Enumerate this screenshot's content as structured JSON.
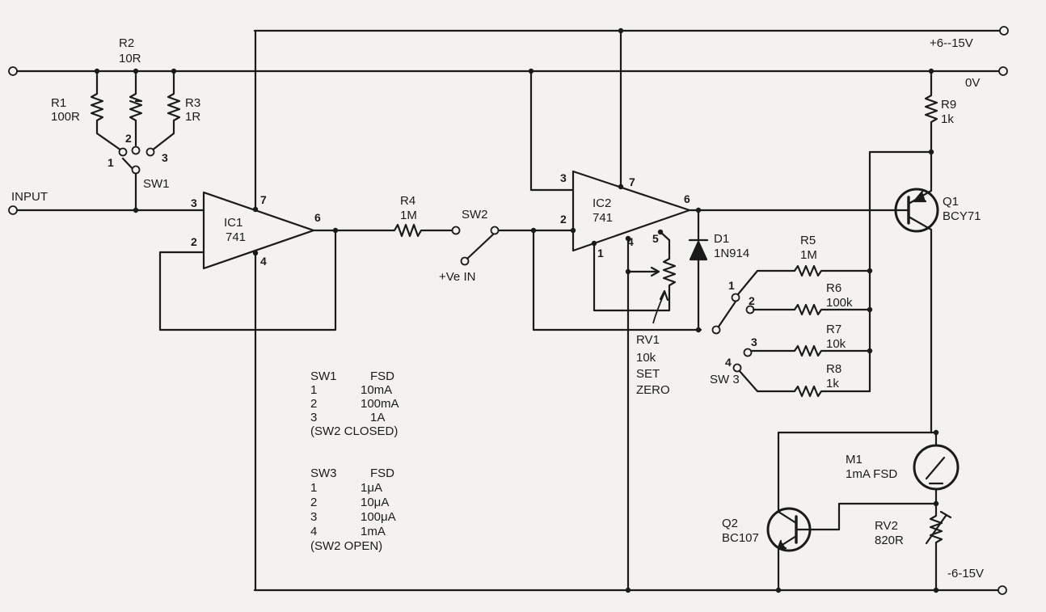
{
  "rails": {
    "positive": "+6--15V",
    "ground": "0V",
    "negative": "-6-15V"
  },
  "input_label": "INPUT",
  "components": {
    "R1": {
      "ref": "R1",
      "value": "100R"
    },
    "R2": {
      "ref": "R2",
      "value": "10R"
    },
    "R3": {
      "ref": "R3",
      "value": "1R"
    },
    "R4": {
      "ref": "R4",
      "value": "1M"
    },
    "R5": {
      "ref": "R5",
      "value": "1M"
    },
    "R6": {
      "ref": "R6",
      "value": "100k"
    },
    "R7": {
      "ref": "R7",
      "value": "10k"
    },
    "R8": {
      "ref": "R8",
      "value": "1k"
    },
    "R9": {
      "ref": "R9",
      "value": "1k"
    },
    "IC1": {
      "ref": "IC1",
      "value": "741"
    },
    "IC2": {
      "ref": "IC2",
      "value": "741"
    },
    "D1": {
      "ref": "D1",
      "value": "1N914"
    },
    "Q1": {
      "ref": "Q1",
      "value": "BCY71"
    },
    "Q2": {
      "ref": "Q2",
      "value": "BC107"
    },
    "RV1": {
      "ref": "RV1",
      "value": "10k",
      "note1": "SET",
      "note2": "ZERO"
    },
    "RV2": {
      "ref": "RV2",
      "value": "820R"
    },
    "M1": {
      "ref": "M1",
      "value": "1mA FSD"
    },
    "SW1": {
      "ref": "SW1"
    },
    "SW2": {
      "ref": "SW2",
      "note": "+Ve IN"
    },
    "SW3": {
      "ref": "SW 3"
    }
  },
  "pins": {
    "ic1_in_plus": "3",
    "ic1_in_minus": "2",
    "ic1_out": "6",
    "ic1_vplus": "7",
    "ic1_vminus": "4",
    "ic2_in_minus": "3",
    "ic2_in_plus": "2",
    "ic2_out": "6",
    "ic2_vplus": "7",
    "ic2_vminus": "4",
    "ic2_null1": "1",
    "ic2_null5": "5",
    "sw1_p1": "1",
    "sw1_p2": "2",
    "sw1_p3": "3",
    "sw3_p1": "1",
    "sw3_p2": "2",
    "sw3_p3": "3",
    "sw3_p4": "4"
  },
  "tables": {
    "sw1": {
      "header": [
        "SW1",
        "FSD"
      ],
      "rows": [
        [
          "1",
          "10mA"
        ],
        [
          "2",
          "100mA"
        ],
        [
          "3",
          "1A"
        ]
      ],
      "note": "(SW2 CLOSED)"
    },
    "sw3": {
      "header": [
        "SW3",
        "FSD"
      ],
      "rows": [
        [
          "1",
          "1μA"
        ],
        [
          "2",
          "10μA"
        ],
        [
          "3",
          "100μA"
        ],
        [
          "4",
          "1mA"
        ]
      ],
      "note": "(SW2 OPEN)"
    }
  }
}
